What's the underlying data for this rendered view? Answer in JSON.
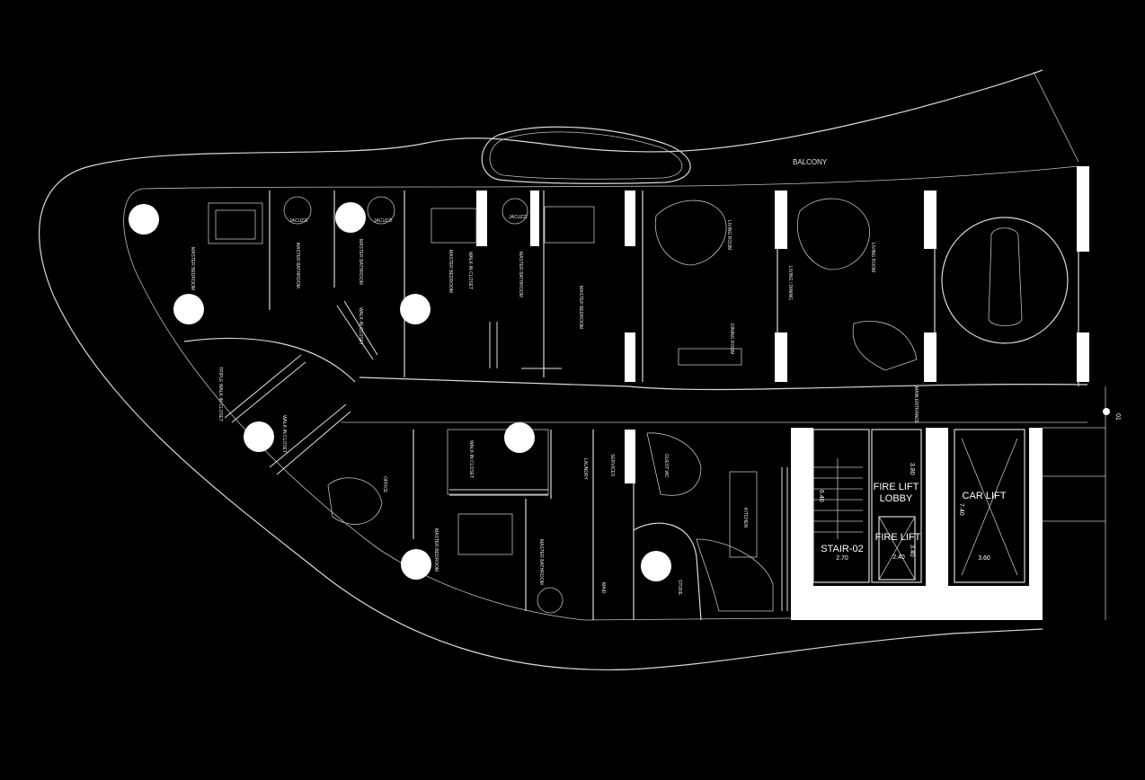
{
  "rooms": {
    "balcony": "BALCONY",
    "master_bedroom_1": "MASTER BEDROOM",
    "jacuzzi_1": "JACUZZI",
    "jacuzzi_2": "JACUZZI",
    "jacuzzi_3": "JACUZZI",
    "master_bathroom_1": "MASTER BATHROOM",
    "master_bathroom_2": "MASTER BATHROOM",
    "master_bathroom_3": "MASTER BATHROOM",
    "master_bathroom_4": "MASTER BATHROOM",
    "walkin_closet_1": "WALK-IN CLOSET",
    "walkin_closet_2": "WALK-IN CLOSET",
    "walkin_closet_3": "WALK-IN CLOSET",
    "master_bedroom_2": "MASTER BEDROOM",
    "master_bedroom_3": "MASTER BEDROOM",
    "master_bedroom_4": "MASTER BEDROOM",
    "living_room_1": "LIVING ROOM",
    "living_room_2": "LIVING ROOM",
    "living_dining": "LIVING / DINING",
    "dining_room": "DINING ROOM",
    "main_entrance": "MAIN ENTRANCE",
    "triple_walkin": "TRIPLE WALK-IN CLOSET",
    "walkin_4": "WALK-IN CLOSET",
    "office": "OFFICE",
    "laundry": "LAUNDRY",
    "services": "SERVICES",
    "guest_wc": "GUEST WC",
    "kitchen": "KITCHEN",
    "maid": "MAID",
    "store": "STORE",
    "fire_lift_lobby_line1": "FIRE LIFT",
    "fire_lift_lobby_line2": "LOBBY",
    "fire_lift": "FIRE LIFT",
    "stair": "STAIR-02",
    "car_lift": "CAR LIFT"
  },
  "dimensions": {
    "stair_h": "6.40",
    "stair_w": "2.70",
    "lobby_h": "3.80",
    "firelift_w": "2.40",
    "firelift_h": "3.40",
    "carlift_h": "7.40",
    "carlift_w": "3.60"
  },
  "grid_marker": "01",
  "colors": {
    "background": "#000000",
    "line": "#d9d9d9",
    "wall": "#ffffff"
  }
}
